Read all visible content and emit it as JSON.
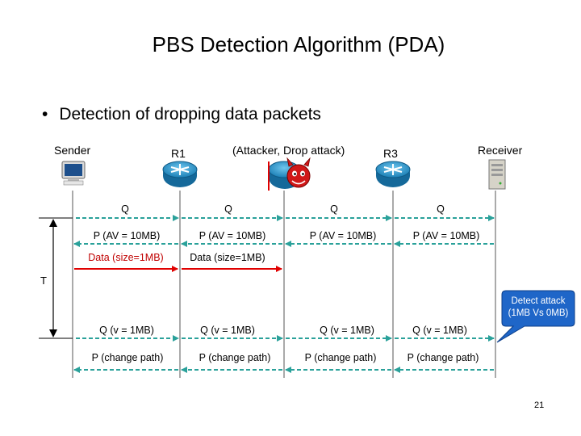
{
  "slide": {
    "title": "PBS Detection Algorithm (PDA)",
    "bullet": "Detection of dropping data packets",
    "page_number": "21"
  },
  "nodes": {
    "sender": "Sender",
    "r1": "R1",
    "attacker": "(Attacker, Drop attack)",
    "r3": "R3",
    "receiver": "Receiver"
  },
  "time_label": "T",
  "messages": {
    "q_row": [
      "Q",
      "Q",
      "Q",
      "Q"
    ],
    "p_av_row": [
      "P (AV = 10MB)",
      "P (AV = 10MB)",
      "P (AV = 10MB)",
      "P (AV = 10MB)"
    ],
    "data_row": [
      "Data (size=1MB)",
      "Data (size=1MB)"
    ],
    "qv_row": [
      "Q (v = 1MB)",
      "Q (v = 1MB)",
      "Q (v = 1MB)",
      "Q (v = 1MB)"
    ],
    "p_change_row": [
      "P (change path)",
      "P (change path)",
      "P (change path)",
      "P (change path)"
    ]
  },
  "callout": {
    "line1": "Detect attack",
    "line2": "(1MB Vs 0MB)"
  },
  "colors": {
    "dashed_arrow": "#2aa19a",
    "data_arrow": "#e00000",
    "callout_fill": "#1f66c8",
    "router_fill": "#2e9fd6",
    "lifeline": "#555555"
  }
}
